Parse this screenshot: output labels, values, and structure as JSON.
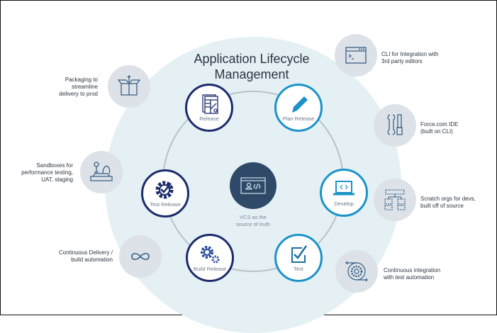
{
  "title": "Application Lifecycle Management",
  "title_lines": [
    "Application Lifecycle",
    "Management"
  ],
  "stages": [
    {
      "label": "Release",
      "icon": "report-icon"
    },
    {
      "label": "Plan Release",
      "icon": "pencil-icon"
    },
    {
      "label": "Test Release",
      "icon": "gear-check-icon"
    },
    {
      "label": "Develop",
      "icon": "laptop-code-icon"
    },
    {
      "label": "Build Release",
      "icon": "gears-icon"
    },
    {
      "label": "Test",
      "icon": "checkbox-icon"
    }
  ],
  "center": {
    "caption_lines": [
      "VCS as the",
      "source of truth"
    ],
    "icon": "code-window-icon"
  },
  "satellites": [
    {
      "lines": [
        "Packaging to",
        "streamline",
        "delivery to prod"
      ],
      "icon": "box-icon"
    },
    {
      "lines": [
        "Sandboxes for",
        "performance testing,",
        "UAT, staging"
      ],
      "icon": "sandbox-icon"
    },
    {
      "lines": [
        "Continuous Delivery /",
        "build automation"
      ],
      "icon": "infinity-icon"
    },
    {
      "lines": [
        "CLI for Integration with",
        "3rd party editors"
      ],
      "icon": "terminal-icon"
    },
    {
      "lines": [
        "Force.com IDE",
        "(built on CLI)"
      ],
      "icon": "tools-icon"
    },
    {
      "lines": [
        "Scratch orgs for devs,",
        "built off of source"
      ],
      "icon": "org-chart-icon"
    },
    {
      "lines": [
        "Continuous integration",
        "with test automation"
      ],
      "icon": "gear-cycle-icon"
    }
  ],
  "colors": {
    "navy": "#1d2c6b",
    "teal": "#1b93c9",
    "center": "#2e4a68",
    "background": "#e4f0f4",
    "satellite": "#dce2e7"
  }
}
